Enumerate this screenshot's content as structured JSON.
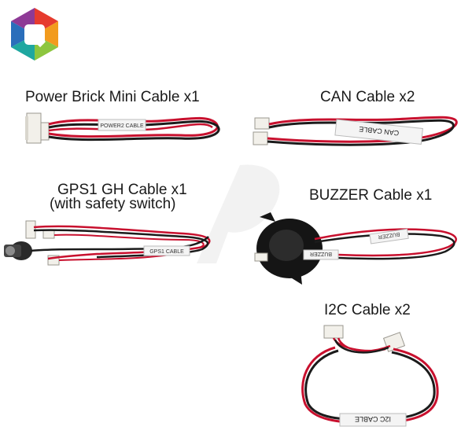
{
  "items": [
    {
      "label": "Power Brick Mini Cable   x1",
      "sleeve": "POWER2 CABLE"
    },
    {
      "label": "CAN Cable  x2",
      "sleeve": "CAN CABLE"
    },
    {
      "label_line1": "GPS1 GH Cable x1",
      "label_line2": "(with safety switch)",
      "sleeve": "GPS1 CABLE"
    },
    {
      "label": "BUZZER Cable  x1",
      "sleeve": "BUZZER"
    },
    {
      "label": "I2C Cable  x2",
      "sleeve": "I2C CABLE"
    }
  ],
  "colors": {
    "red_wire": "#c8102e",
    "black_wire": "#1b1b1b",
    "connector": "#f2f0ea",
    "buzzer": "#151515"
  }
}
